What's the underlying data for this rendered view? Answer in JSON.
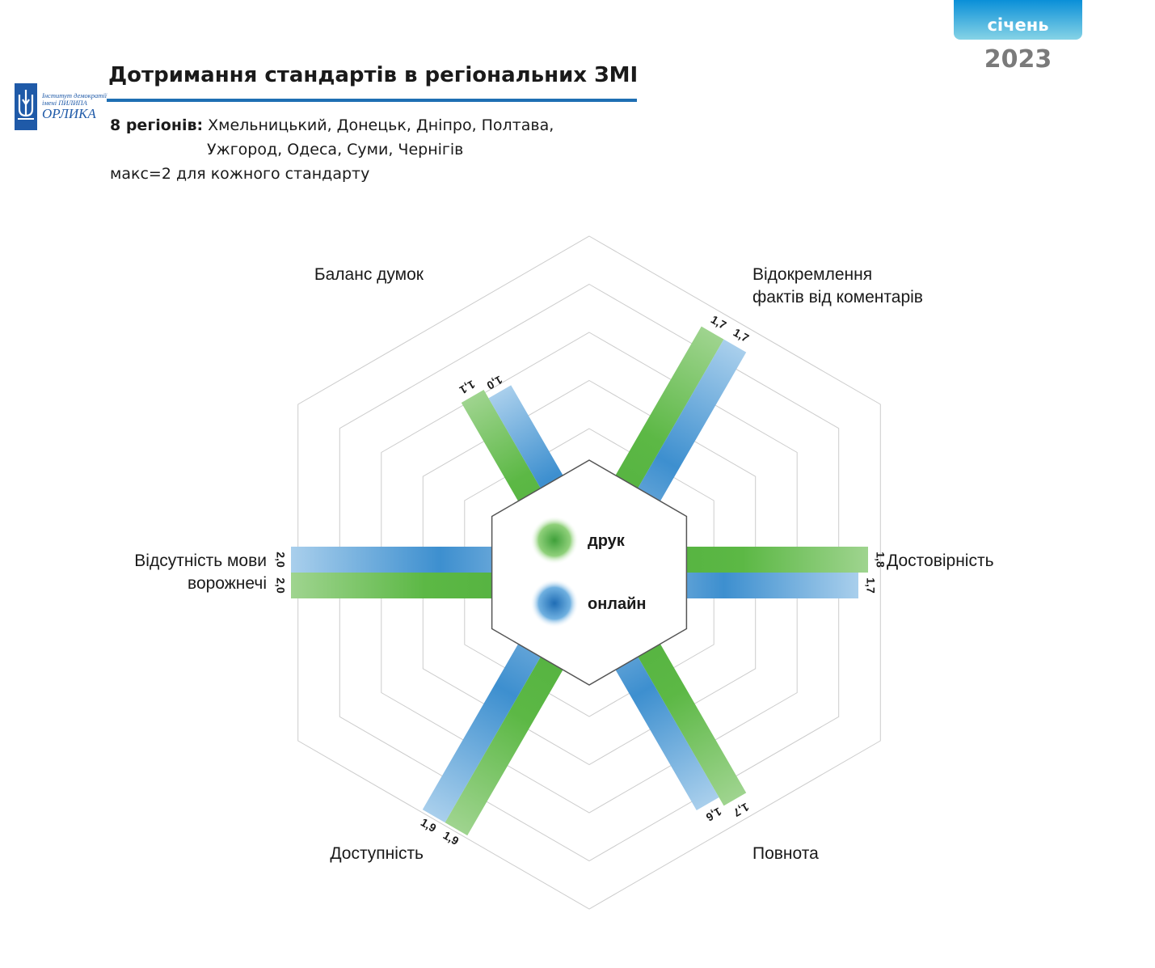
{
  "header": {
    "month": "січень",
    "year": "2023",
    "title": "Дотримання стандартів в регіональних ЗМІ",
    "regions_label": "8 регіонів:",
    "regions_line1": " Хмельницький, Донецьк, Дніпро, Полтава,",
    "regions_line2": "Ужгород, Одеса, Суми, Чернігів",
    "max_note": "макс=2 для кожного стандарту"
  },
  "logo": {
    "line1": "Інститут демократії",
    "line2": "імені ПИЛИПА",
    "line3": "ОРЛИКА"
  },
  "colors": {
    "print": "#5cb845",
    "online": "#3d8fcf",
    "grid": "#cccccc",
    "accent": "#1f6fb3"
  },
  "chart_data": {
    "type": "radar-bar",
    "scale_max": 2,
    "series": [
      {
        "name": "друк",
        "color": "#5cb845"
      },
      {
        "name": "онлайн",
        "color": "#3d8fcf"
      }
    ],
    "categories": [
      {
        "label": [
          "Достовірність"
        ],
        "print": 1.8,
        "online": 1.7,
        "print_label": "1,8",
        "online_label": "1,7"
      },
      {
        "label": [
          "Відокремлення",
          "фактів від коментарів"
        ],
        "print": 1.7,
        "online": 1.7,
        "print_label": "1,7",
        "online_label": "1,7"
      },
      {
        "label": [
          "Баланс думок"
        ],
        "print": 1.1,
        "online": 1.0,
        "print_label": "1,1",
        "online_label": "1,0"
      },
      {
        "label": [
          "Відсутність мови",
          "ворожнечі"
        ],
        "print": 2.0,
        "online": 2.0,
        "print_label": "2,0",
        "online_label": "2,0"
      },
      {
        "label": [
          "Доступність"
        ],
        "print": 1.9,
        "online": 1.9,
        "print_label": "1,9",
        "online_label": "1,9"
      },
      {
        "label": [
          "Повнота"
        ],
        "print": 1.7,
        "online": 1.6,
        "print_label": "1,7",
        "online_label": "1,6"
      }
    ]
  }
}
